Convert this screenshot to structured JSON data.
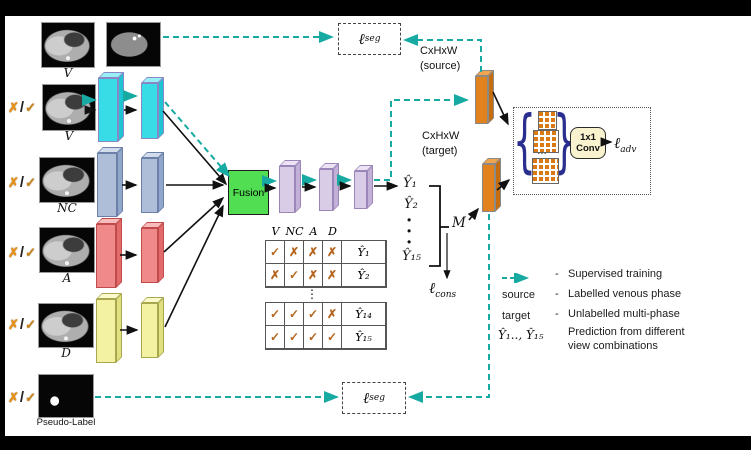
{
  "availability": {
    "cross": "✗",
    "slash": "/",
    "check": "✓"
  },
  "views": {
    "source_view": {
      "label": "V"
    },
    "inputs": [
      {
        "label": "V"
      },
      {
        "label": "NC"
      },
      {
        "label": "A"
      },
      {
        "label": "D"
      }
    ],
    "pseudo_label_caption": "Pseudo-Label"
  },
  "fusion": {
    "label": "Fusion"
  },
  "decoder_outputs": {
    "first": "Ŷ₁",
    "second": "Ŷ₂",
    "dot": "•",
    "last": "Ŷ₁₅"
  },
  "combination_table": {
    "headers": [
      "V",
      "NC",
      "A",
      "D"
    ],
    "top_rows": [
      {
        "marks": [
          "✓",
          "✗",
          "✗",
          "✗"
        ],
        "label": "Ŷ₁"
      },
      {
        "marks": [
          "✗",
          "✓",
          "✗",
          "✗"
        ],
        "label": "Ŷ₂"
      }
    ],
    "ellipsis": "⋮",
    "bottom_rows": [
      {
        "marks": [
          "✓",
          "✓",
          "✓",
          "✗"
        ],
        "label": "Ŷ₁₄"
      },
      {
        "marks": [
          "✓",
          "✓",
          "✓",
          "✓"
        ],
        "label": "Ŷ₁₅"
      }
    ]
  },
  "feature_maps": {
    "source": {
      "dims": "CxHxW",
      "tag": "(source)"
    },
    "target": {
      "dims": "CxHxW",
      "tag": "(target)"
    }
  },
  "mask_symbol": "M",
  "losses": {
    "seg_top": {
      "symbol": "ℓ",
      "sub": "seg"
    },
    "seg_bottom": {
      "symbol": "ℓ",
      "sub": "seg"
    },
    "cons": {
      "symbol": "ℓ",
      "sub": "cons"
    },
    "adv": {
      "symbol": "ℓ",
      "sub": "adv"
    }
  },
  "discriminator": {
    "brace_left": "{",
    "brace_right": "}",
    "dots": "…",
    "conv": {
      "line1": "1x1",
      "line2": "Conv"
    }
  },
  "legend": {
    "rows": [
      {
        "term": "",
        "sep": "-",
        "desc": "Supervised training"
      },
      {
        "term": "source",
        "sep": "-",
        "desc": "Labelled venous phase"
      },
      {
        "term": "target",
        "sep": "-",
        "desc": "Unlabelled multi-phase"
      },
      {
        "term": "Ŷ₁.., Ŷ₁₅",
        "sep": "",
        "desc": "Prediction from different",
        "desc2": "view combinations"
      }
    ]
  },
  "colors": {
    "supervised_path": "#16aaa2",
    "fusion_green": "#52de52",
    "feature_orange": "#e2821e"
  }
}
